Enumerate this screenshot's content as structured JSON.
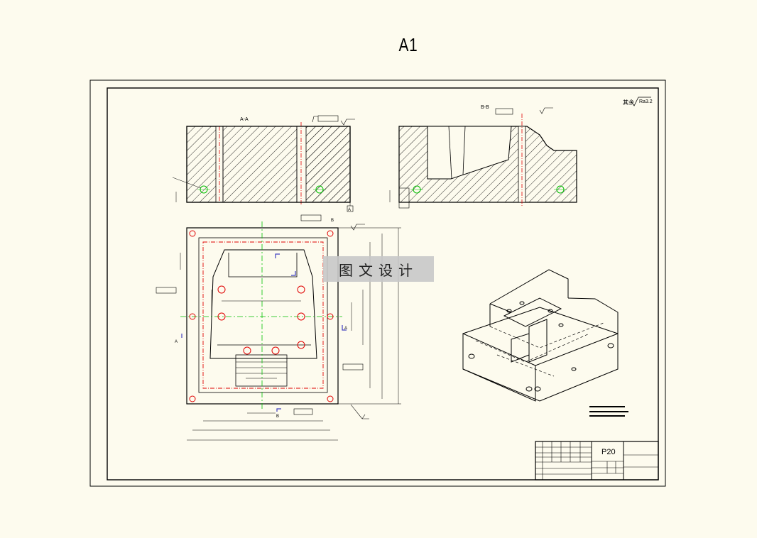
{
  "sheet": {
    "size_label": "A1"
  },
  "section_aa": {
    "label": "A-A"
  },
  "section_bb": {
    "label": "B-B"
  },
  "roughness": {
    "note": "Ra3.2",
    "prefix": "其余"
  },
  "material": {
    "label": "P20"
  },
  "watermark": {
    "text": "图文设计"
  },
  "view_markers": {
    "a": "A",
    "b": "B"
  },
  "colors": {
    "outline": "#000000",
    "centerline_green": "#00c000",
    "centerline_red": "#e00000",
    "hatch": "#000000",
    "background": "#fdfbee"
  }
}
